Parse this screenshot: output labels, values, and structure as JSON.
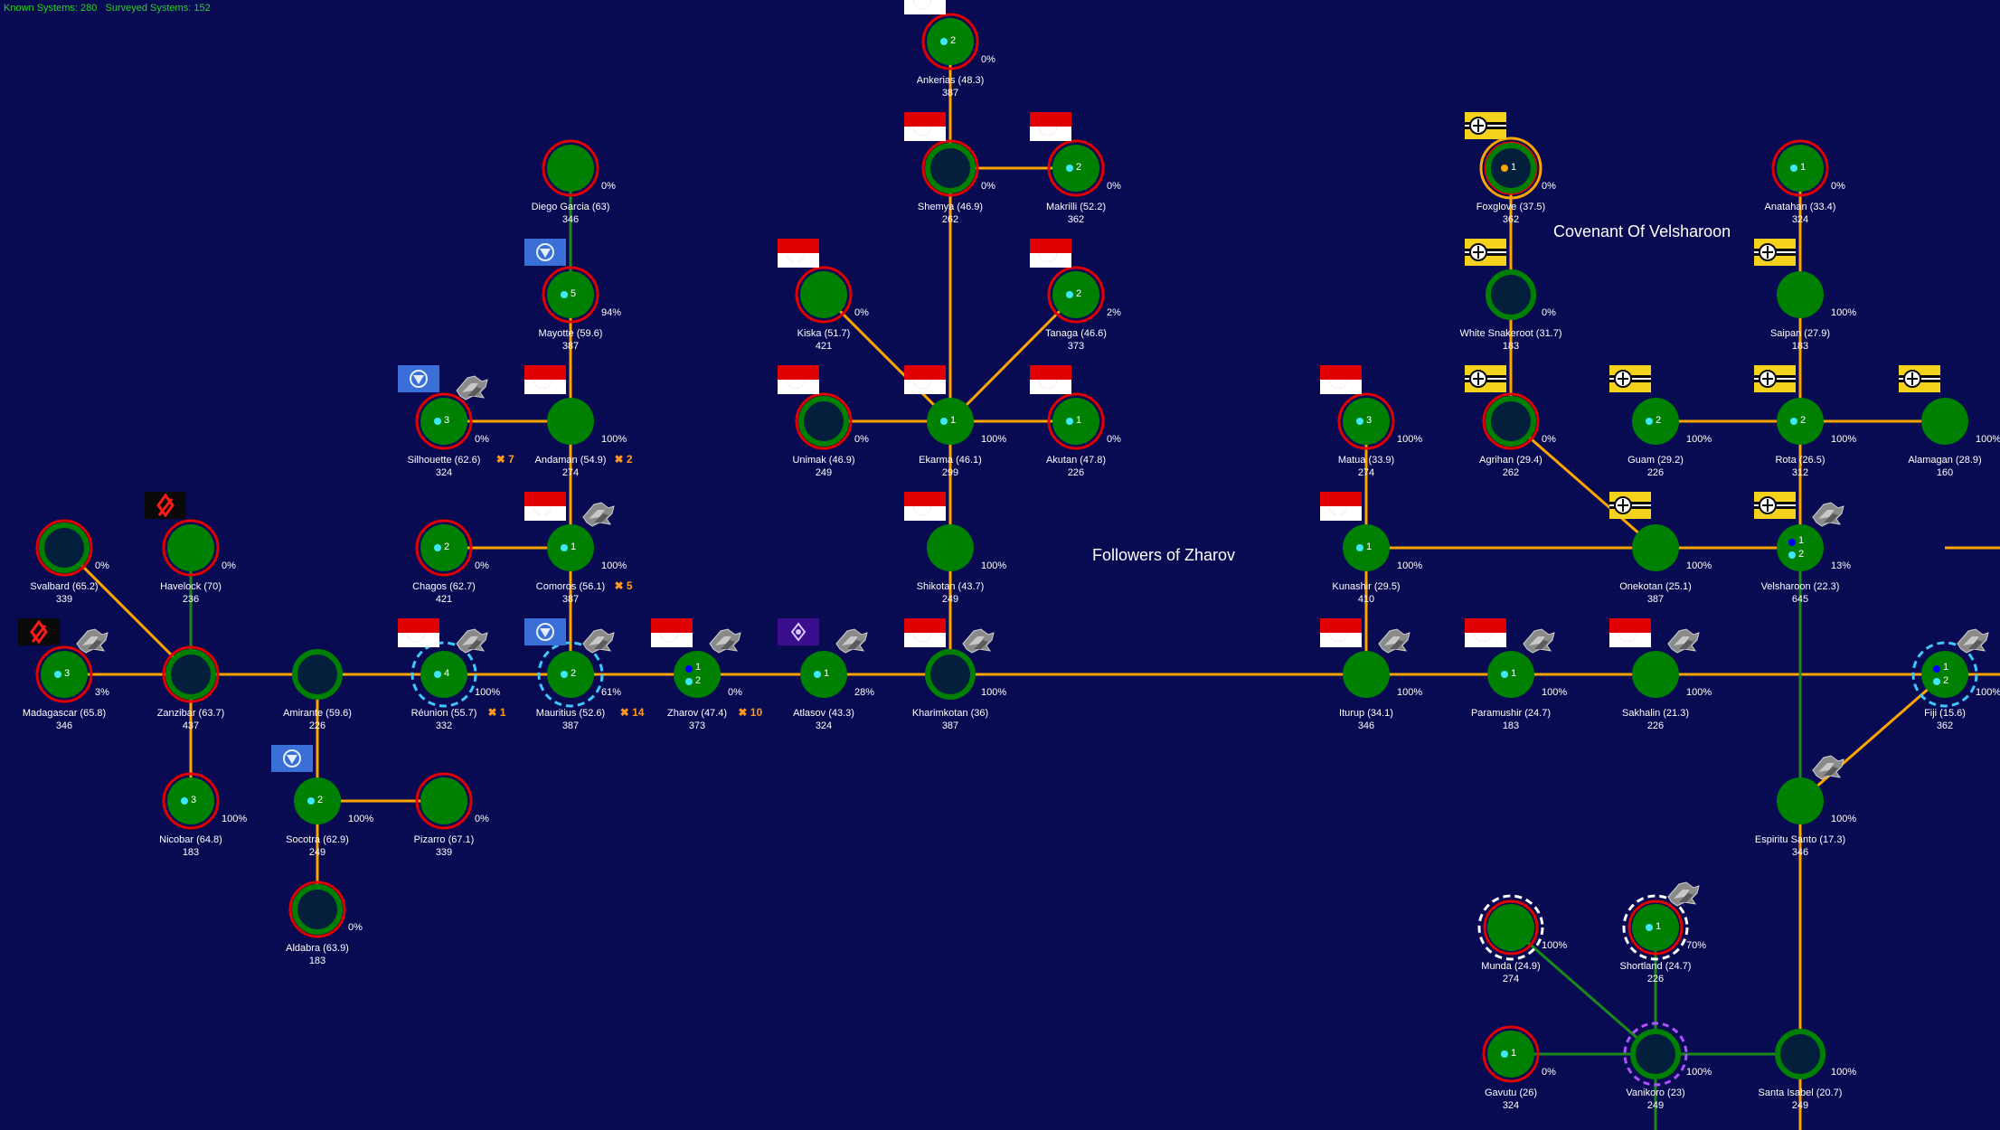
{
  "header": {
    "known_label": "Known Systems:",
    "known": "280",
    "surveyed_label": "Surveyed Systems:",
    "surveyed": "152"
  },
  "regions": [
    {
      "id": "velsharoon",
      "label": "Covenant Of Velsharoon"
    },
    {
      "id": "zharov",
      "label": "Followers of Zharov"
    }
  ],
  "colors": {
    "background": "#080a52",
    "lane_main": "#ffa500",
    "lane_green": "#1a8a1a",
    "planet": "#008000",
    "ring_red": "#e00000",
    "ring_cyan": "#3ec8ff",
    "ring_white": "#ffffff",
    "ring_purple": "#b050ff",
    "x_marker": "#ff9a1f"
  },
  "systems": [
    {
      "id": "ankerias",
      "name": "Ankerias",
      "dist": "(48.3)",
      "value": "387",
      "pct": "0%",
      "count": "2",
      "style": "filled",
      "ring": "red",
      "flag": "red-white"
    },
    {
      "id": "shemya",
      "name": "Shemya",
      "dist": "(46.9)",
      "value": "262",
      "pct": "0%",
      "count": "",
      "style": "hollow",
      "ring": "red",
      "flag": "red-white"
    },
    {
      "id": "makrilli",
      "name": "Makrilli",
      "dist": "(52.2)",
      "value": "362",
      "pct": "0%",
      "count": "2",
      "style": "filled",
      "ring": "red",
      "flag": "red-white"
    },
    {
      "id": "kiska",
      "name": "Kiska",
      "dist": "(51.7)",
      "value": "421",
      "pct": "0%",
      "count": "",
      "style": "filled",
      "ring": "red",
      "flag": "red-white"
    },
    {
      "id": "tanaga",
      "name": "Tanaga",
      "dist": "(46.6)",
      "value": "373",
      "pct": "2%",
      "count": "2",
      "style": "filled",
      "ring": "red",
      "flag": "red-white"
    },
    {
      "id": "unimak",
      "name": "Unimak",
      "dist": "(46.9)",
      "value": "249",
      "pct": "0%",
      "count": "",
      "style": "hollow",
      "ring": "red",
      "flag": "red-white"
    },
    {
      "id": "ekarma",
      "name": "Ekarma",
      "dist": "(46.1)",
      "value": "299",
      "pct": "100%",
      "count": "1",
      "style": "filled",
      "ring": "",
      "flag": "red-white"
    },
    {
      "id": "akutan",
      "name": "Akutan",
      "dist": "(47.8)",
      "value": "226",
      "pct": "0%",
      "count": "1",
      "style": "filled",
      "ring": "red",
      "flag": "red-white"
    },
    {
      "id": "shikotan",
      "name": "Shikotan",
      "dist": "(43.7)",
      "value": "249",
      "pct": "100%",
      "count": "",
      "style": "filled",
      "ring": "",
      "flag": "red-white"
    },
    {
      "id": "kharimkotan",
      "name": "Kharimkotan",
      "dist": "(36)",
      "value": "387",
      "pct": "100%",
      "count": "",
      "style": "hollow",
      "ring": "",
      "flag": "red-white",
      "ships": "1"
    },
    {
      "id": "diego",
      "name": "Diego Garcia",
      "dist": "(63)",
      "value": "346",
      "pct": "0%",
      "count": "",
      "style": "filled",
      "ring": "red",
      "flag": ""
    },
    {
      "id": "mayotte",
      "name": "Mayotte",
      "dist": "(59.6)",
      "value": "387",
      "pct": "94%",
      "count": "5",
      "style": "filled",
      "ring": "red",
      "flag": "blue"
    },
    {
      "id": "silhouette",
      "name": "Silhouette",
      "dist": "(62.6)",
      "value": "324",
      "pct": "0%",
      "count": "3",
      "style": "filled",
      "ring": "red",
      "flag": "blue",
      "ships": "1",
      "x": "7"
    },
    {
      "id": "andaman",
      "name": "Andaman",
      "dist": "(54.9)",
      "value": "274",
      "pct": "100%",
      "count": "",
      "style": "filled",
      "ring": "",
      "flag": "red-white",
      "x": "2"
    },
    {
      "id": "chagos",
      "name": "Chagos",
      "dist": "(62.7)",
      "value": "421",
      "pct": "0%",
      "count": "2",
      "style": "filled",
      "ring": "red",
      "flag": ""
    },
    {
      "id": "comoros",
      "name": "Comoros",
      "dist": "(56.1)",
      "value": "387",
      "pct": "100%",
      "count": "1",
      "style": "filled",
      "ring": "",
      "flag": "red-white",
      "ships": "1",
      "x": "5"
    },
    {
      "id": "svalbard",
      "name": "Svalbard",
      "dist": "(65.2)",
      "value": "339",
      "pct": "0%",
      "count": "",
      "style": "hollow",
      "ring": "red",
      "flag": ""
    },
    {
      "id": "havelock",
      "name": "Havelock",
      "dist": "(70)",
      "value": "236",
      "pct": "0%",
      "count": "",
      "style": "filled",
      "ring": "red",
      "flag": "black"
    },
    {
      "id": "madagascar",
      "name": "Madagascar",
      "dist": "(65.8)",
      "value": "346",
      "pct": "3%",
      "count": "3",
      "style": "filled",
      "ring": "red",
      "flag": "black",
      "ships": "1"
    },
    {
      "id": "zanzibar",
      "name": "Zanzibar",
      "dist": "(63.7)",
      "value": "437",
      "pct": "",
      "count": "",
      "style": "hollow",
      "ring": "red",
      "flag": ""
    },
    {
      "id": "amirante",
      "name": "Amirante",
      "dist": "(59.6)",
      "value": "226",
      "pct": "",
      "count": "",
      "style": "hollow",
      "ring": "",
      "flag": ""
    },
    {
      "id": "reunion",
      "name": "Réunion",
      "dist": "(55.7)",
      "value": "332",
      "pct": "100%",
      "count": "4",
      "style": "filled",
      "ring": "cyan",
      "flag": "red-white",
      "ships": "1",
      "x": "1"
    },
    {
      "id": "mauritius",
      "name": "Mauritius",
      "dist": "(52.6)",
      "value": "387",
      "pct": "61%",
      "count": "2",
      "style": "filled",
      "ring": "cyan",
      "flag": "blue",
      "ships": "1",
      "x": "14"
    },
    {
      "id": "zharov",
      "name": "Zharov",
      "dist": "(47.4)",
      "value": "373",
      "pct": "0%",
      "count": "1 2",
      "style": "filled",
      "ring": "",
      "flag": "red-white",
      "ships": "1",
      "x": "10"
    },
    {
      "id": "atlasov",
      "name": "Atlasov",
      "dist": "(43.3)",
      "value": "324",
      "pct": "28%",
      "count": "1",
      "style": "filled",
      "ring": "",
      "flag": "purple",
      "ships": "1"
    },
    {
      "id": "nicobar",
      "name": "Nicobar",
      "dist": "(64.8)",
      "value": "183",
      "pct": "100%",
      "count": "3",
      "style": "filled",
      "ring": "red",
      "flag": ""
    },
    {
      "id": "socotra",
      "name": "Socotra",
      "dist": "(62.9)",
      "value": "249",
      "pct": "100%",
      "count": "2",
      "style": "filled",
      "ring": "",
      "flag": "blue"
    },
    {
      "id": "pizarro",
      "name": "Pizarro",
      "dist": "(67.1)",
      "value": "339",
      "pct": "0%",
      "count": "",
      "style": "filled",
      "ring": "red",
      "flag": ""
    },
    {
      "id": "aldabra",
      "name": "Aldabra",
      "dist": "(63.9)",
      "value": "183",
      "pct": "0%",
      "count": "",
      "style": "hollow",
      "ring": "red",
      "flag": ""
    },
    {
      "id": "matua",
      "name": "Matua",
      "dist": "(33.9)",
      "value": "274",
      "pct": "100%",
      "count": "3",
      "style": "filled",
      "ring": "red",
      "flag": "red-white"
    },
    {
      "id": "kunashir",
      "name": "Kunashir",
      "dist": "(29.5)",
      "value": "410",
      "pct": "100%",
      "count": "1",
      "style": "filled",
      "ring": "",
      "flag": "red-white"
    },
    {
      "id": "iturup",
      "name": "Iturup",
      "dist": "(34.1)",
      "value": "346",
      "pct": "100%",
      "count": "",
      "style": "filled",
      "ring": "",
      "flag": "red-white",
      "ships": "1"
    },
    {
      "id": "paramushir",
      "name": "Paramushir",
      "dist": "(24.7)",
      "value": "183",
      "pct": "100%",
      "count": "1",
      "style": "filled",
      "ring": "",
      "flag": "red-white",
      "ships": "1"
    },
    {
      "id": "sakhalin",
      "name": "Sakhalin",
      "dist": "(21.3)",
      "value": "226",
      "pct": "100%",
      "count": "",
      "style": "filled",
      "ring": "",
      "flag": "red-white",
      "ships": "1"
    },
    {
      "id": "foxglove",
      "name": "Foxglove",
      "dist": "(37.5)",
      "value": "362",
      "pct": "0%",
      "count": "1",
      "style": "hollow",
      "ring": "yellow",
      "flag": "yellow"
    },
    {
      "id": "whitesnakeroot",
      "name": "White Snakeroot",
      "dist": "(31.7)",
      "value": "183",
      "pct": "0%",
      "count": "",
      "style": "hollow",
      "ring": "",
      "flag": "yellow"
    },
    {
      "id": "agrihan",
      "name": "Agrihan",
      "dist": "(29.4)",
      "value": "262",
      "pct": "0%",
      "count": "",
      "style": "hollow",
      "ring": "red",
      "flag": "yellow"
    },
    {
      "id": "guam",
      "name": "Guam",
      "dist": "(29.2)",
      "value": "226",
      "pct": "100%",
      "count": "2",
      "style": "filled",
      "ring": "",
      "flag": "yellow"
    },
    {
      "id": "onekotan",
      "name": "Onekotan",
      "dist": "(25.1)",
      "value": "387",
      "pct": "100%",
      "count": "",
      "style": "filled",
      "ring": "",
      "flag": "yellow"
    },
    {
      "id": "anatahan",
      "name": "Anatahan",
      "dist": "(33.4)",
      "value": "324",
      "pct": "0%",
      "count": "1",
      "style": "filled",
      "ring": "red",
      "flag": ""
    },
    {
      "id": "saipan",
      "name": "Saipan",
      "dist": "(27.9)",
      "value": "183",
      "pct": "100%",
      "count": "",
      "style": "filled",
      "ring": "",
      "flag": "yellow"
    },
    {
      "id": "rota",
      "name": "Rota",
      "dist": "(26.5)",
      "value": "312",
      "pct": "100%",
      "count": "2",
      "style": "filled",
      "ring": "",
      "flag": "yellow"
    },
    {
      "id": "alamagan",
      "name": "Alamagan",
      "dist": "(28.9)",
      "value": "160",
      "pct": "100%",
      "count": "",
      "style": "filled",
      "ring": "",
      "flag": "yellow"
    },
    {
      "id": "velsharoon",
      "name": "Velsharoon",
      "dist": "(22.3)",
      "value": "645",
      "pct": "13%",
      "count": "1 2",
      "style": "filled",
      "ring": "",
      "flag": "yellow",
      "ships": "1"
    },
    {
      "id": "fiji",
      "name": "Fiji",
      "dist": "(15.6)",
      "value": "362",
      "pct": "100%",
      "count": "1 2",
      "style": "filled",
      "ring": "cyan",
      "flag": "",
      "ships": "1"
    },
    {
      "id": "espiritu",
      "name": "Espiritu Santo",
      "dist": "(17.3)",
      "value": "346",
      "pct": "100%",
      "count": "",
      "style": "filled",
      "ring": "",
      "flag": "",
      "ships": "1"
    },
    {
      "id": "munda",
      "name": "Munda",
      "dist": "(24.9)",
      "value": "274",
      "pct": "100%",
      "count": "",
      "style": "filled",
      "ring": "white",
      "flag": ""
    },
    {
      "id": "shortland",
      "name": "Shortland",
      "dist": "(24.7)",
      "value": "226",
      "pct": "70%",
      "count": "1",
      "style": "filled",
      "ring": "white",
      "flag": "",
      "ships": "1"
    },
    {
      "id": "gavutu",
      "name": "Gavutu",
      "dist": "(26)",
      "value": "324",
      "pct": "0%",
      "count": "1",
      "style": "filled",
      "ring": "red",
      "flag": ""
    },
    {
      "id": "vanikoro",
      "name": "Vanikoro",
      "dist": "(23)",
      "value": "249",
      "pct": "100%",
      "count": "",
      "style": "hollow",
      "ring": "purple",
      "flag": ""
    },
    {
      "id": "santaisabel",
      "name": "Santa Isabel",
      "dist": "(20.7)",
      "value": "249",
      "pct": "100%",
      "count": "",
      "style": "hollow",
      "ring": "",
      "flag": ""
    }
  ]
}
